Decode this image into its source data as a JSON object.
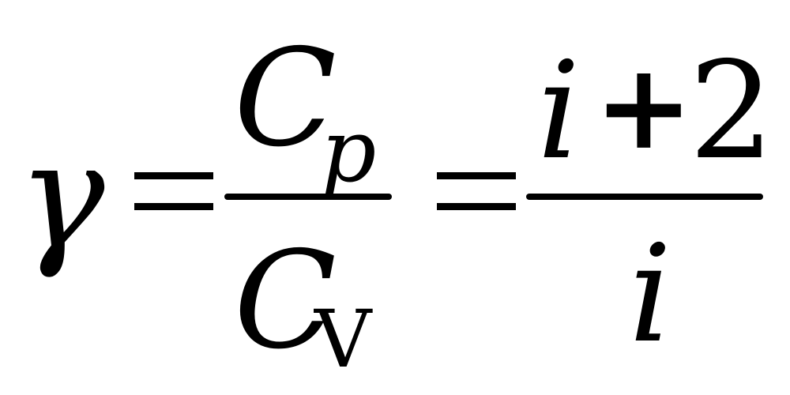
{
  "formula": {
    "lhs": "γ",
    "equals_1": "=",
    "fraction_1": {
      "numerator": {
        "symbol": "C",
        "subscript": "p"
      },
      "denominator": {
        "symbol": "C",
        "subscript": "V"
      }
    },
    "equals_2": "=",
    "fraction_2": {
      "numerator": {
        "variable": "i",
        "operator": "+",
        "number": "2"
      },
      "denominator": {
        "variable": "i"
      }
    }
  }
}
